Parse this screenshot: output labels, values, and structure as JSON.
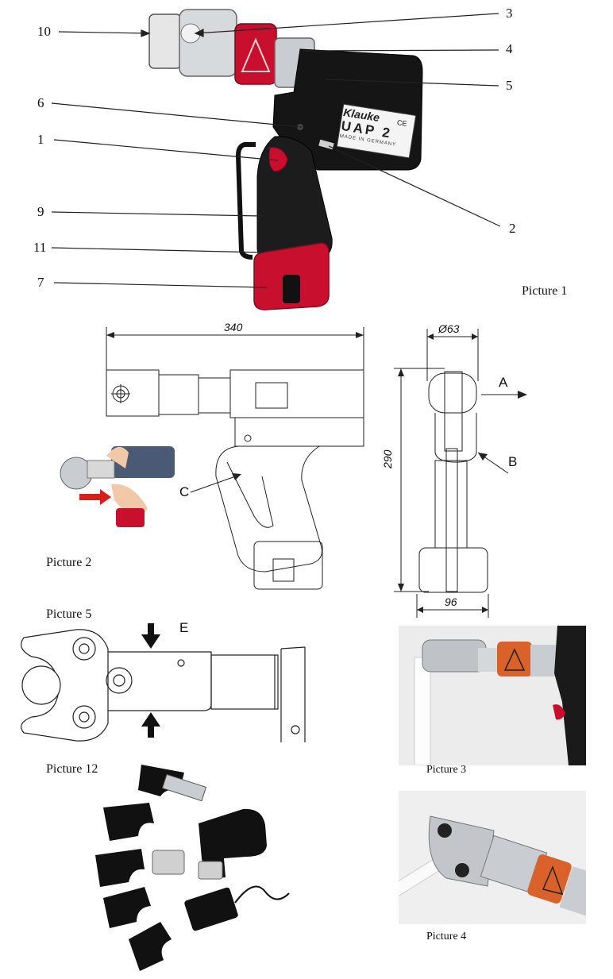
{
  "callouts": {
    "n1": "1",
    "n2": "2",
    "n3": "3",
    "n4": "4",
    "n5": "5",
    "n6": "6",
    "n7": "7",
    "n9": "9",
    "n10": "10",
    "n11": "11"
  },
  "nameplate": {
    "brand": "Klauke",
    "model": "UAP 2",
    "ce": "CE",
    "origin": "MADE IN GERMANY"
  },
  "captions": {
    "picture1": "Picture 1",
    "picture2": "Picture 2",
    "picture3": "Picture 3",
    "picture4": "Picture 4",
    "picture5": "Picture 5",
    "picture12": "Picture 12"
  },
  "dimensions": {
    "length": "340",
    "diameter": "Ø63",
    "height": "290",
    "width": "96"
  },
  "view_labels": {
    "a": "A",
    "b": "B",
    "c": "C",
    "e": "E"
  },
  "colors": {
    "tool_red": "#c8102e",
    "tool_black": "#151515",
    "tool_silver": "#c9ccd0",
    "accent_orange": "#d9622b",
    "line": "#222222"
  }
}
